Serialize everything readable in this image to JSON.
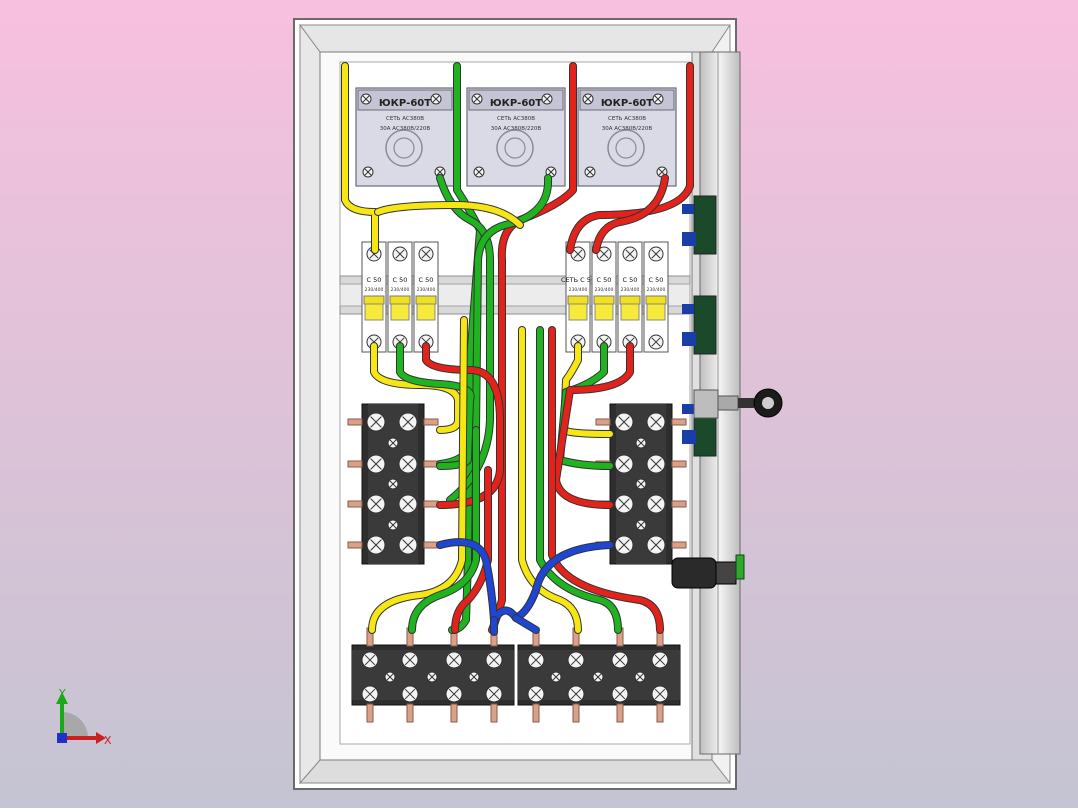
{
  "scene": {
    "background_top": "#f7c0de",
    "background_bottom": "#c4c4d2"
  },
  "wire_colors": {
    "phase_l1": "#f5e614",
    "phase_l2": "#1fb41f",
    "phase_l3": "#e3231b",
    "neutral": "#1e46d2"
  },
  "relays": [
    {
      "label": "ЮКР-60Т",
      "line1": "СЕТЬ  AC380В",
      "line2": "30А  AC380В/220В"
    },
    {
      "label": "ЮКР-60Т",
      "line1": "СЕТЬ  AC380В",
      "line2": "30А  AC380В/220В"
    },
    {
      "label": "ЮКР-60Т",
      "line1": "СЕТЬ  AC380В",
      "line2": "30А  AC380В/220В"
    }
  ],
  "breakers_left": [
    {
      "rating": "C 50",
      "line": "230/400"
    },
    {
      "rating": "C 50",
      "line": "230/400"
    },
    {
      "rating": "C 50",
      "line": "230/400"
    }
  ],
  "breakers_right": [
    {
      "rating": "СЕТЬ C 50",
      "line": "230/400"
    },
    {
      "rating": "C 50",
      "line": "230/400"
    },
    {
      "rating": "C 50",
      "line": "230/400"
    },
    {
      "rating": "C 50",
      "line": "230/400"
    }
  ],
  "axes": {
    "y_label": "Y",
    "x_label": "X"
  }
}
